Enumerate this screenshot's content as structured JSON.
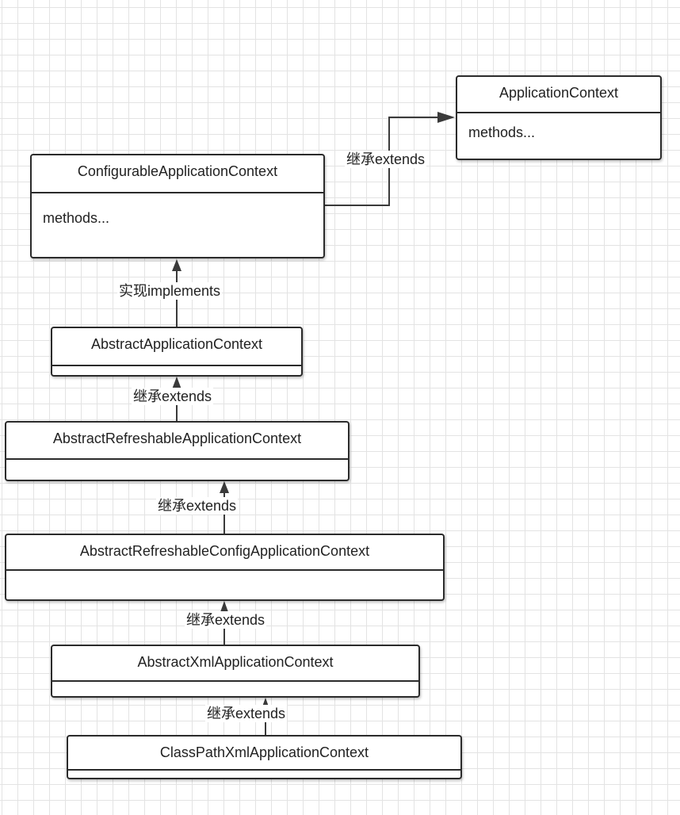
{
  "classes": {
    "application_context": {
      "name": "ApplicationContext",
      "body": "methods..."
    },
    "configurable_application_context": {
      "name": "ConfigurableApplicationContext",
      "body": "methods..."
    },
    "abstract_application_context": {
      "name": "AbstractApplicationContext"
    },
    "abstract_refreshable_application_context": {
      "name": "AbstractRefreshableApplicationContext"
    },
    "abstract_refreshable_config_application_context": {
      "name": "AbstractRefreshableConfigApplicationContext"
    },
    "abstract_xml_application_context": {
      "name": "AbstractXmlApplicationContext"
    },
    "class_path_xml_application_context": {
      "name": "ClassPathXmlApplicationContext"
    }
  },
  "edges": [
    {
      "from": "ConfigurableApplicationContext",
      "to": "ApplicationContext",
      "label": "继承extends"
    },
    {
      "from": "AbstractApplicationContext",
      "to": "ConfigurableApplicationContext",
      "label": "实现implements"
    },
    {
      "from": "AbstractRefreshableApplicationContext",
      "to": "AbstractApplicationContext",
      "label": "继承extends"
    },
    {
      "from": "AbstractRefreshableConfigApplicationContext",
      "to": "AbstractRefreshableApplicationContext",
      "label": "继承extends"
    },
    {
      "from": "AbstractXmlApplicationContext",
      "to": "AbstractRefreshableConfigApplicationContext",
      "label": "继承extends"
    },
    {
      "from": "ClassPathXmlApplicationContext",
      "to": "AbstractXmlApplicationContext",
      "label": "继承extends"
    }
  ]
}
